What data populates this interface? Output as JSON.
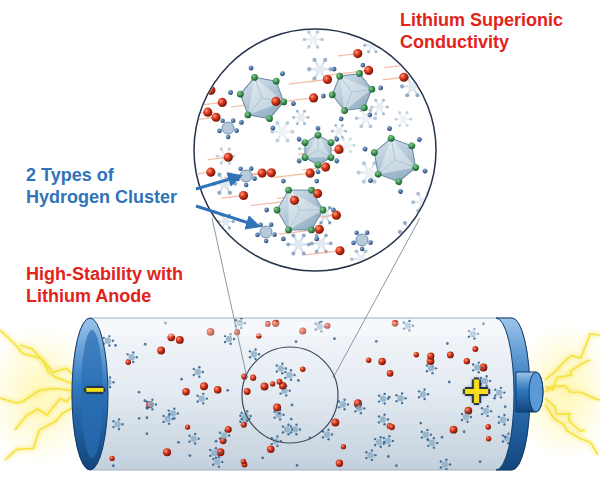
{
  "diagram": {
    "labels": [
      "Lithium Superionic Conductivity",
      "2 Types of Hydrogen Cluster",
      "High-Stability with Lithium Anode",
      "−",
      "+"
    ]
  }
}
